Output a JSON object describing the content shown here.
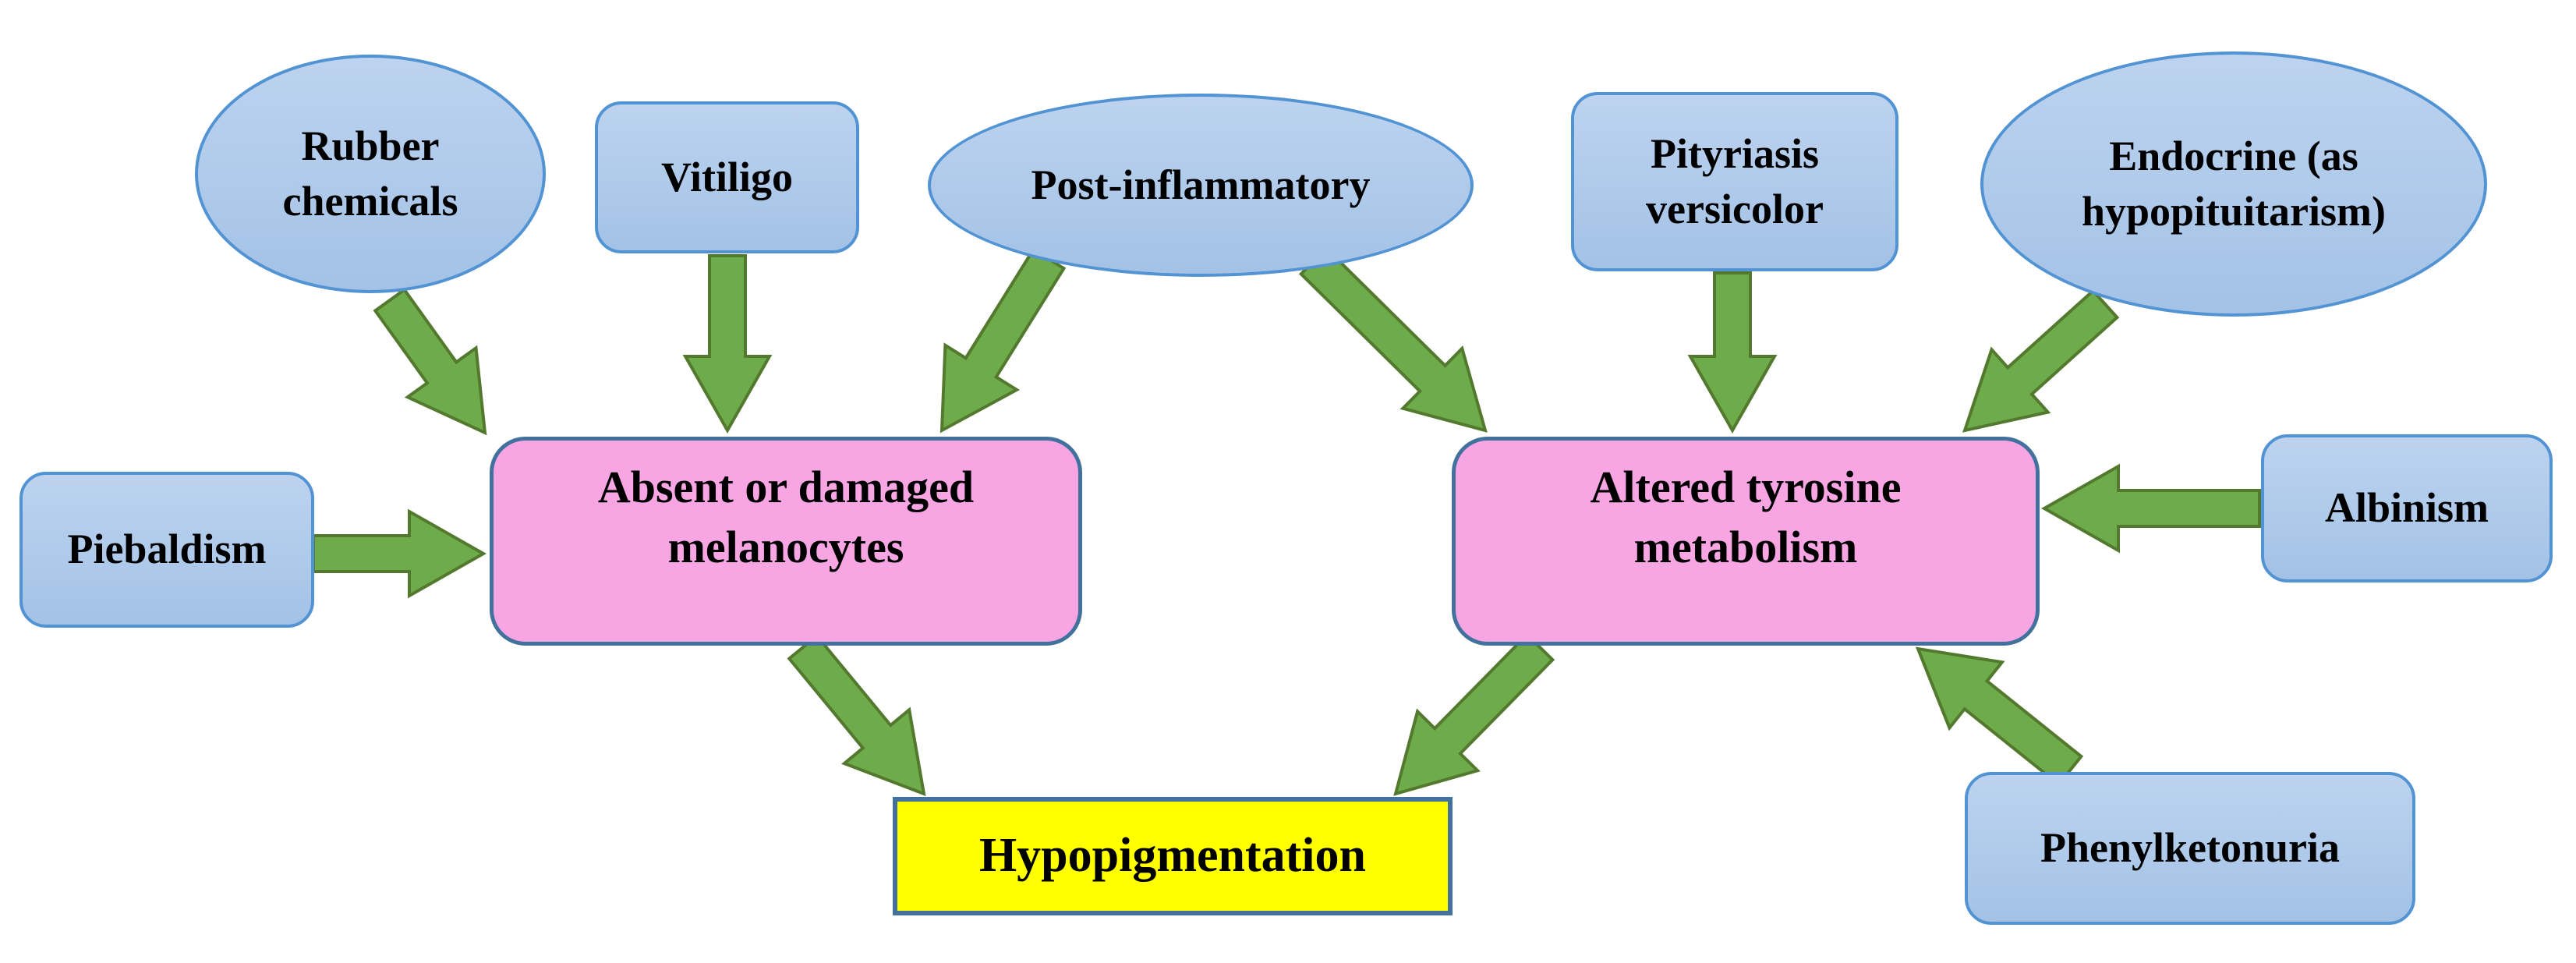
{
  "colors": {
    "node_fill_top": "#BDD3EF",
    "node_fill_bottom": "#A3C2E6",
    "node_border": "#5193D3",
    "pink_fill": "#F7A6E3",
    "pink_border": "#41719C",
    "yellow_fill": "#FFFF00",
    "yellow_border": "#41719C",
    "arrow_fill": "#6EAB4A",
    "arrow_border": "#53792F",
    "text_color": "#000000"
  },
  "nodes": {
    "rubber_chemicals": {
      "label": "Rubber chemicals",
      "shape": "ellipse",
      "kind": "cause"
    },
    "vitiligo": {
      "label": "Vitiligo",
      "shape": "rounded-rect",
      "kind": "cause"
    },
    "post_inflammatory": {
      "label": "Post-inflammatory",
      "shape": "ellipse",
      "kind": "cause"
    },
    "pityriasis_versicolor": {
      "label": "Pityriasis versicolor",
      "shape": "rounded-rect",
      "kind": "cause"
    },
    "endocrine": {
      "label": "Endocrine (as hypopituitarism)",
      "shape": "ellipse",
      "kind": "cause"
    },
    "piebaldism": {
      "label": "Piebaldism",
      "shape": "rounded-rect",
      "kind": "cause"
    },
    "albinism": {
      "label": "Albinism",
      "shape": "rounded-rect",
      "kind": "cause"
    },
    "phenylketonuria": {
      "label": "Phenylketonuria",
      "shape": "rounded-rect",
      "kind": "cause"
    },
    "absent_melanocytes": {
      "label": "Absent or damaged melanocytes",
      "shape": "rounded-rect",
      "kind": "mechanism"
    },
    "altered_tyrosine": {
      "label": "Altered tyrosine metabolism",
      "shape": "rounded-rect",
      "kind": "mechanism"
    },
    "hypopigmentation": {
      "label": "Hypopigmentation",
      "shape": "rect",
      "kind": "outcome"
    }
  },
  "connections": [
    {
      "from": "rubber_chemicals",
      "to": "absent_melanocytes"
    },
    {
      "from": "vitiligo",
      "to": "absent_melanocytes"
    },
    {
      "from": "post_inflammatory",
      "to": "absent_melanocytes"
    },
    {
      "from": "post_inflammatory",
      "to": "altered_tyrosine"
    },
    {
      "from": "pityriasis_versicolor",
      "to": "altered_tyrosine"
    },
    {
      "from": "endocrine",
      "to": "altered_tyrosine"
    },
    {
      "from": "piebaldism",
      "to": "absent_melanocytes"
    },
    {
      "from": "albinism",
      "to": "altered_tyrosine"
    },
    {
      "from": "phenylketonuria",
      "to": "altered_tyrosine"
    },
    {
      "from": "absent_melanocytes",
      "to": "hypopigmentation"
    },
    {
      "from": "altered_tyrosine",
      "to": "hypopigmentation"
    }
  ]
}
